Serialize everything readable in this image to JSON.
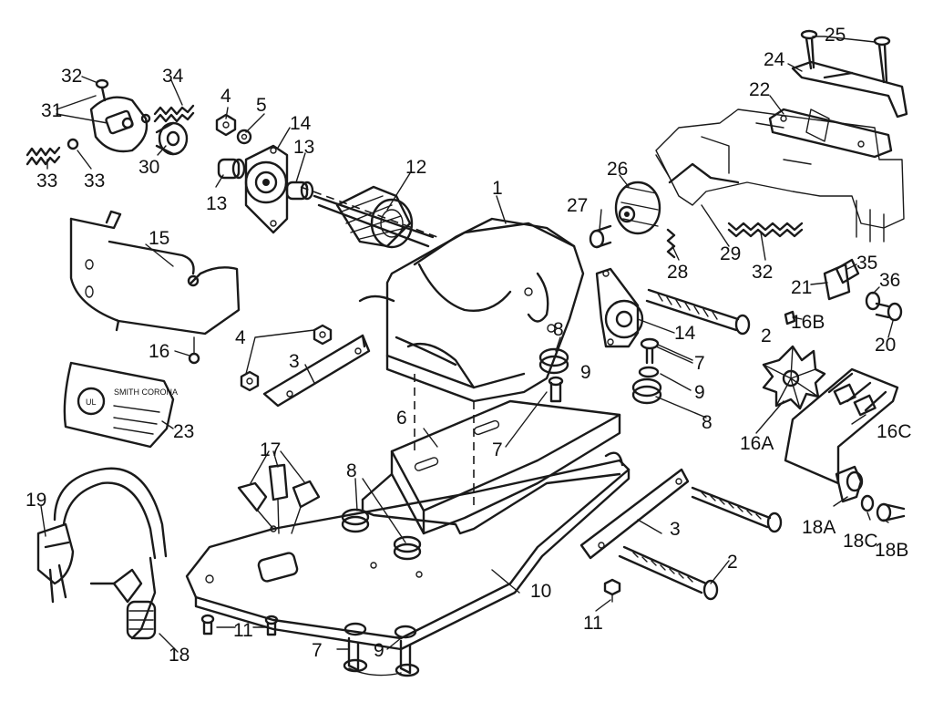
{
  "labels": [
    {
      "id": "p1",
      "text": "1"
    },
    {
      "id": "p2a",
      "text": "2"
    },
    {
      "id": "p2b",
      "text": "2"
    },
    {
      "id": "p3a",
      "text": "3"
    },
    {
      "id": "p3b",
      "text": "3"
    },
    {
      "id": "p4a",
      "text": "4"
    },
    {
      "id": "p4b",
      "text": "4"
    },
    {
      "id": "p5",
      "text": "5"
    },
    {
      "id": "p6",
      "text": "6"
    },
    {
      "id": "p7a",
      "text": "7"
    },
    {
      "id": "p7b",
      "text": "7"
    },
    {
      "id": "p7c",
      "text": "7"
    },
    {
      "id": "p8a",
      "text": "8"
    },
    {
      "id": "p8b",
      "text": "8"
    },
    {
      "id": "p8c",
      "text": "8"
    },
    {
      "id": "p9a",
      "text": "9"
    },
    {
      "id": "p9b",
      "text": "9"
    },
    {
      "id": "p9c",
      "text": "9"
    },
    {
      "id": "p10",
      "text": "10"
    },
    {
      "id": "p11a",
      "text": "11"
    },
    {
      "id": "p11b",
      "text": "11"
    },
    {
      "id": "p12",
      "text": "12"
    },
    {
      "id": "p13a",
      "text": "13"
    },
    {
      "id": "p13b",
      "text": "13"
    },
    {
      "id": "p14a",
      "text": "14"
    },
    {
      "id": "p14b",
      "text": "14"
    },
    {
      "id": "p15",
      "text": "15"
    },
    {
      "id": "p16",
      "text": "16"
    },
    {
      "id": "p16a",
      "text": "16A"
    },
    {
      "id": "p16b",
      "text": "16B"
    },
    {
      "id": "p16c",
      "text": "16C"
    },
    {
      "id": "p17",
      "text": "17"
    },
    {
      "id": "p18",
      "text": "18"
    },
    {
      "id": "p18a",
      "text": "18A"
    },
    {
      "id": "p18b",
      "text": "18B"
    },
    {
      "id": "p18c",
      "text": "18C"
    },
    {
      "id": "p19",
      "text": "19"
    },
    {
      "id": "p20",
      "text": "20"
    },
    {
      "id": "p21",
      "text": "21"
    },
    {
      "id": "p22",
      "text": "22"
    },
    {
      "id": "p23",
      "text": "23"
    },
    {
      "id": "p24",
      "text": "24"
    },
    {
      "id": "p25",
      "text": "25"
    },
    {
      "id": "p26",
      "text": "26"
    },
    {
      "id": "p27",
      "text": "27"
    },
    {
      "id": "p28",
      "text": "28"
    },
    {
      "id": "p29",
      "text": "29"
    },
    {
      "id": "p30",
      "text": "30"
    },
    {
      "id": "p31",
      "text": "31"
    },
    {
      "id": "p32a",
      "text": "32"
    },
    {
      "id": "p32b",
      "text": "32"
    },
    {
      "id": "p33a",
      "text": "33"
    },
    {
      "id": "p33b",
      "text": "33"
    },
    {
      "id": "p34",
      "text": "34"
    },
    {
      "id": "p35",
      "text": "35"
    },
    {
      "id": "p36",
      "text": "36"
    }
  ],
  "nameplate": {
    "brand": "SMITH CORONA",
    "logo": "UL"
  },
  "colors": {
    "ink": "#1a1a1a",
    "paper": "#ffffff"
  }
}
